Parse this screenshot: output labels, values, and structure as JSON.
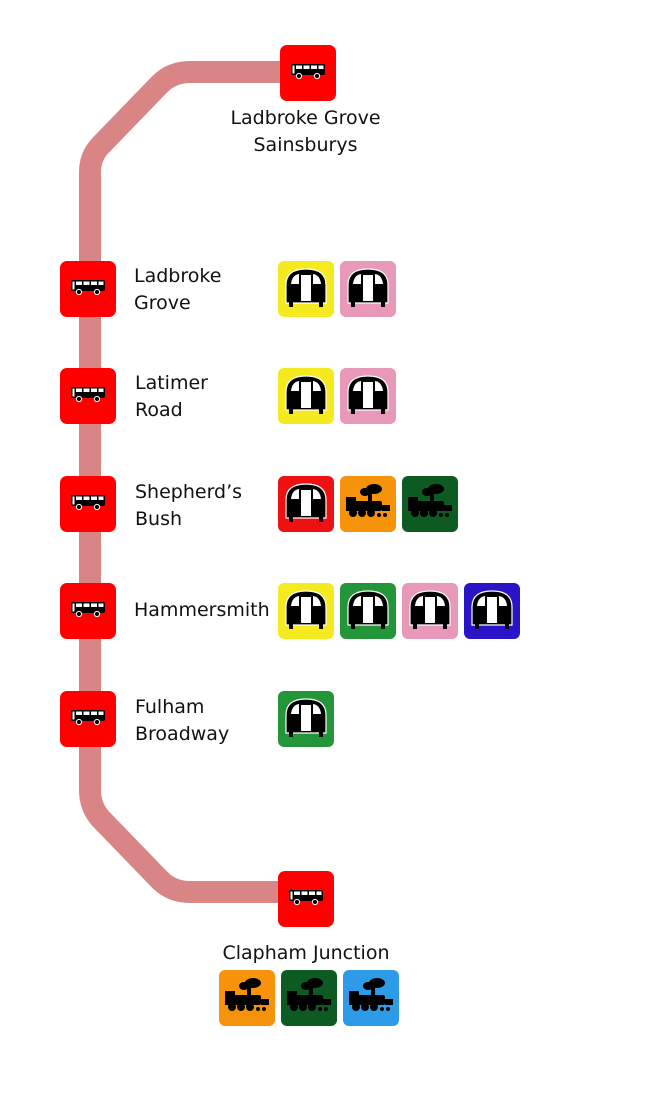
{
  "route": {
    "line_color": "#d98585",
    "stop_color": "#ff0000",
    "stop_icon": "bus-icon"
  },
  "stops": [
    {
      "name_lines": [
        "Ladbroke Grove",
        "Sainsburys"
      ],
      "terminus": true,
      "connections": []
    },
    {
      "name_lines": [
        "Ladbroke",
        "Grove"
      ],
      "terminus": false,
      "connections": [
        {
          "mode": "tube",
          "icon": "tube-train-icon",
          "color": "#f4ea1f"
        },
        {
          "mode": "tube",
          "icon": "tube-train-icon",
          "color": "#e899b9"
        }
      ]
    },
    {
      "name_lines": [
        "Latimer",
        "Road"
      ],
      "terminus": false,
      "connections": [
        {
          "mode": "tube",
          "icon": "tube-train-icon",
          "color": "#f4ea1f"
        },
        {
          "mode": "tube",
          "icon": "tube-train-icon",
          "color": "#e899b9"
        }
      ]
    },
    {
      "name_lines": [
        "Shepherd’s",
        "Bush"
      ],
      "terminus": false,
      "connections": [
        {
          "mode": "tube",
          "icon": "tube-train-icon",
          "color": "#ee1111"
        },
        {
          "mode": "rail",
          "icon": "steam-train-icon",
          "color": "#f7930a"
        },
        {
          "mode": "rail",
          "icon": "steam-train-icon",
          "color": "#0d5a23"
        }
      ]
    },
    {
      "name_lines": [
        "Hammersmith"
      ],
      "terminus": false,
      "connections": [
        {
          "mode": "tube",
          "icon": "tube-train-icon",
          "color": "#f4ea1f"
        },
        {
          "mode": "tube",
          "icon": "tube-train-icon",
          "color": "#23963a"
        },
        {
          "mode": "tube",
          "icon": "tube-train-icon",
          "color": "#e899b9"
        },
        {
          "mode": "tube",
          "icon": "tube-train-icon",
          "color": "#2a14c8"
        }
      ]
    },
    {
      "name_lines": [
        "Fulham",
        "Broadway"
      ],
      "terminus": false,
      "connections": [
        {
          "mode": "tube",
          "icon": "tube-train-icon",
          "color": "#23963a"
        }
      ]
    },
    {
      "name_lines": [
        "Clapham Junction"
      ],
      "terminus": true,
      "connections": [
        {
          "mode": "rail",
          "icon": "steam-train-icon",
          "color": "#f7930a"
        },
        {
          "mode": "rail",
          "icon": "steam-train-icon",
          "color": "#0d5a23"
        },
        {
          "mode": "rail",
          "icon": "steam-train-icon",
          "color": "#2e9be8"
        }
      ]
    }
  ]
}
